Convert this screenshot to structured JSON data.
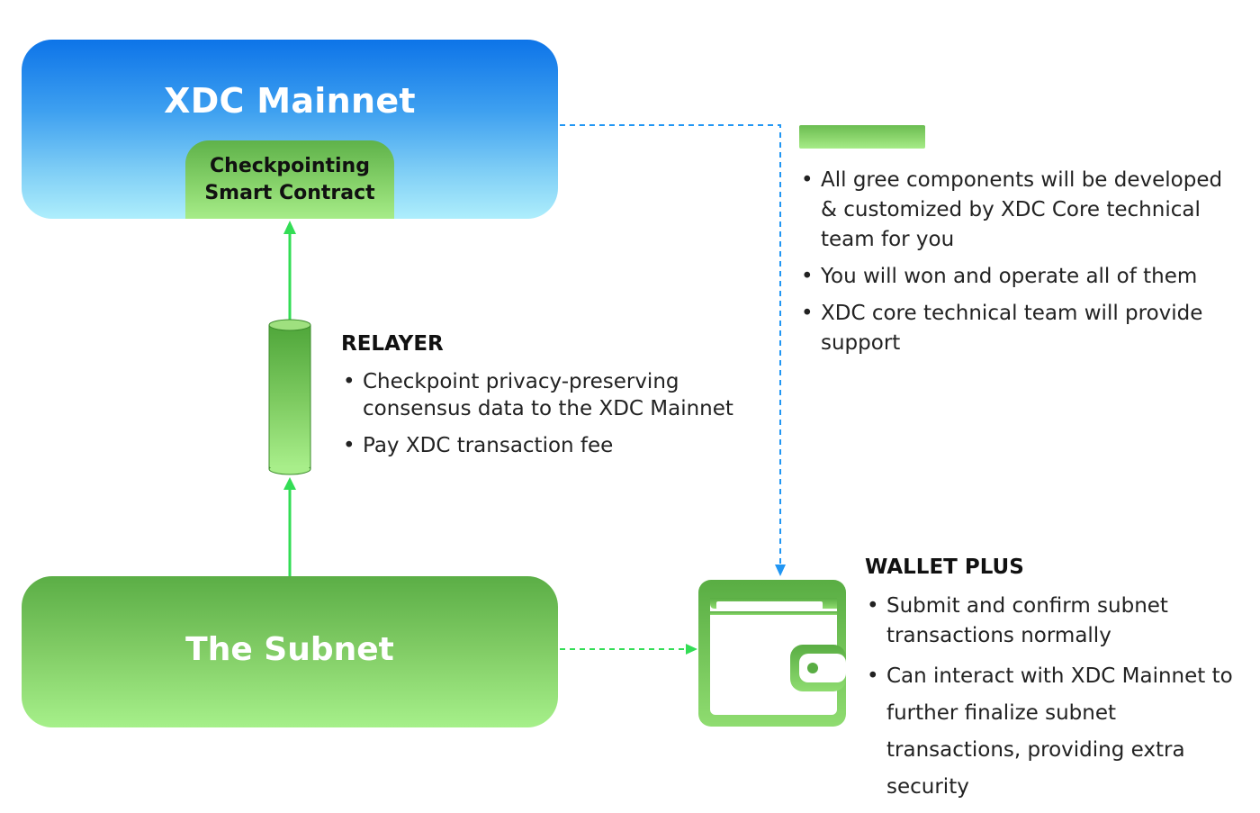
{
  "mainnet": {
    "title": "XDC Mainnet",
    "contract_line1": "Checkpointing",
    "contract_line2": "Smart Contract"
  },
  "subnet": {
    "title": "The Subnet"
  },
  "legend": {
    "swatch_color": "#8fd870",
    "items": [
      "All gree components will be developed & customized by XDC Core technical team for you",
      "You will won and operate all of them",
      "XDC core technical team will provide support"
    ]
  },
  "relayer": {
    "heading": "RELAYER",
    "items": [
      "Checkpoint privacy-preserving consensus data to the XDC Mainnet",
      "Pay XDC transaction fee"
    ]
  },
  "wallet": {
    "heading": "WALLET PLUS",
    "items": [
      "Submit and confirm subnet transactions normally",
      "Can interact with XDC Mainnet to further finalize subnet transactions, providing extra security"
    ]
  },
  "bullet_glyph": "•",
  "colors": {
    "mainnet_blue": "#0d74e8",
    "component_green": "#6bbd52",
    "arrow_green": "#33dd55",
    "dashed_blue": "#2196f3"
  },
  "icons": {
    "relayer": "cylinder-icon",
    "wallet": "wallet-icon"
  }
}
